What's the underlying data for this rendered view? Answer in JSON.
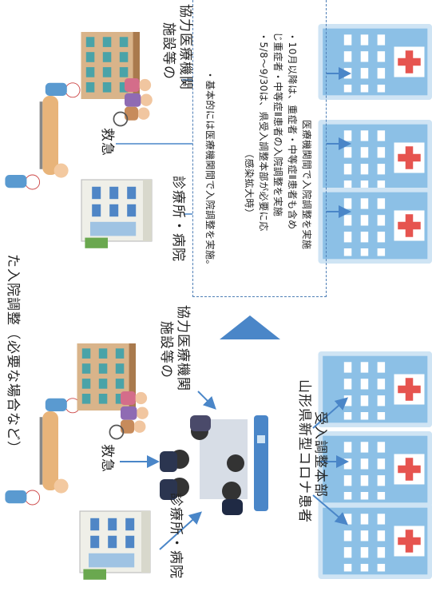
{
  "top_caption": "た入院調整（必要な場合など）",
  "left_panel": {
    "clinic_label": "診療所・病院",
    "ambulance_label": "救急",
    "facility_label_line1": "施設等の",
    "facility_label_line2": "協力医療機関",
    "headquarters_line1": "山形県新型コロナ患者",
    "headquarters_line2": "受入調整本部"
  },
  "right_panel": {
    "clinic_label": "診療所・病院",
    "ambulance_label": "救急",
    "facility_label_line1": "施設等の",
    "facility_label_line2": "協力医療機関"
  },
  "notes": {
    "basic": "・基本的には医療機関間で入院調整を実施。",
    "expanded_heading": "（感染拡大時）",
    "expanded_line1": "・5/8～9/30は、県受入調整本部が必要に応",
    "expanded_line2": "じ重症者・中等症Ⅱ患者の入院調整を実施",
    "expanded_line3": "・10月以降は、重症者・中等症Ⅱ患者も含め",
    "expanded_line4": "医療機関間で入院調整を実施"
  },
  "colors": {
    "arrow": "#4a86c8",
    "hospital": "#7fb6e0",
    "hospital_dark": "#4e90c8",
    "dashed_border": "#4f7fb6"
  }
}
